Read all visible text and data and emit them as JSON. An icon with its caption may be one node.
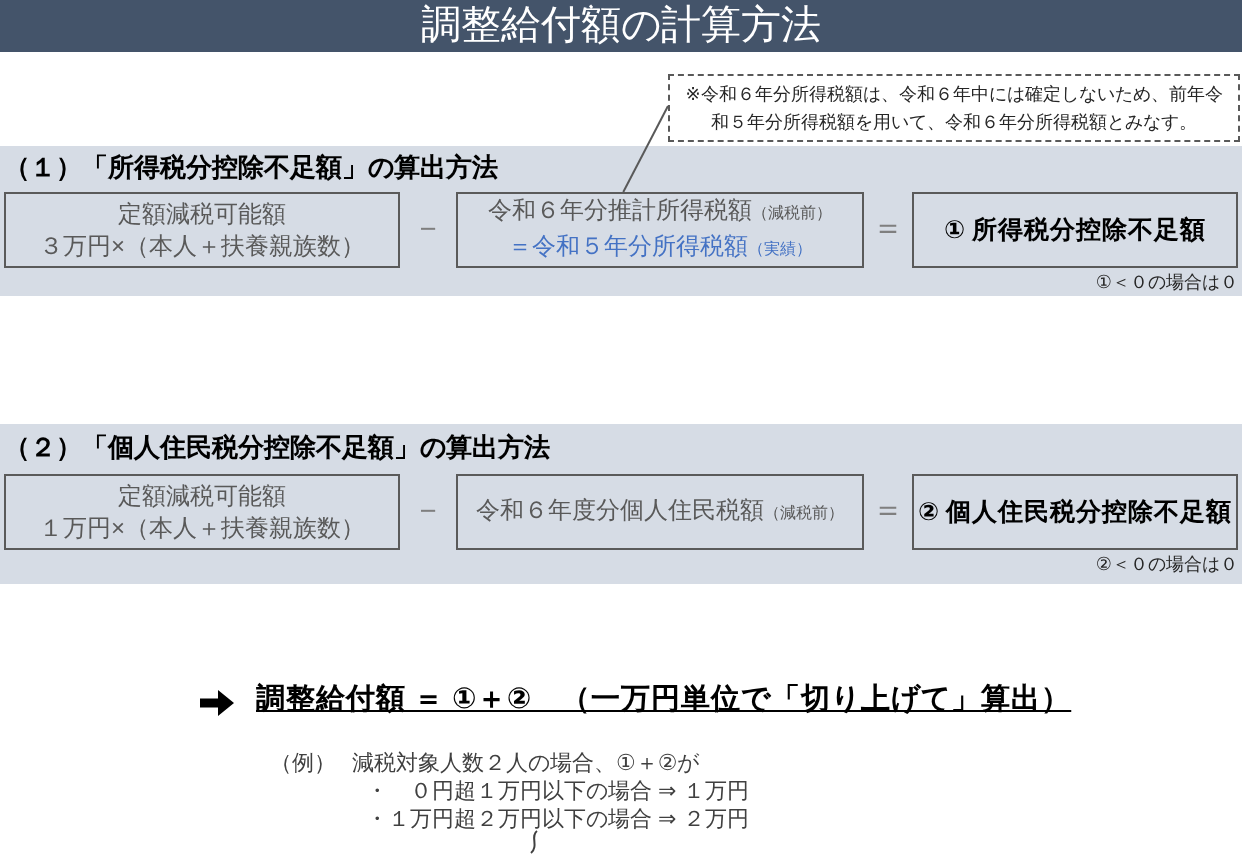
{
  "diagram": {
    "title": "調整給付額の計算方法",
    "nodes": [
      {
        "text": [
          "※令和６年分所得税額は、令和６年中には確定しないため、前年令和５年分所得税額を用いて、令和６年分所得税額とみなす。"
        ]
      },
      {
        "text": [
          "（１）「所得税分控除不足額」の算出方法"
        ]
      },
      {
        "text": [
          "定額減税可能額",
          "３万円×（本人＋扶養親族数）"
        ],
        "in": 1
      },
      {
        "text": [
          "令和６年分推計所得税額",
          "（減税前）",
          "＝令和５年分所得税額",
          "（実績）"
        ],
        "in": 1
      },
      {
        "text": [
          "① 所得税分控除不足額"
        ],
        "in": 1,
        "beside": [
          "①＜０の場合は０"
        ]
      },
      {
        "text": [
          "（２）「個人住民税分控除不足額」の算出方法"
        ]
      },
      {
        "text": [
          "定額減税可能額",
          "１万円×（本人＋扶養親族数）"
        ],
        "in": 5
      },
      {
        "text": [
          "令和６年度分個人住民税額",
          "（減税前）"
        ],
        "in": 5
      },
      {
        "text": [
          "② 個人住民税分控除不足額"
        ],
        "in": 5,
        "beside": [
          "②＜０の場合は０"
        ]
      }
    ],
    "edges": [
      {
        "from": 0,
        "to": 3,
        "arrow": "none"
      }
    ],
    "labels": [
      "－",
      "＝",
      "－",
      "＝",
      "調整給付額 ＝ ①＋②　（一万円単位で「切り上げて」算出）",
      "（例）",
      "減税対象人数２人の場合、①＋②が",
      "・　０円超１万円以下の場合 ⇒ １万円",
      "・１万円超２万円以下の場合 ⇒ ２万円"
    ]
  }
}
